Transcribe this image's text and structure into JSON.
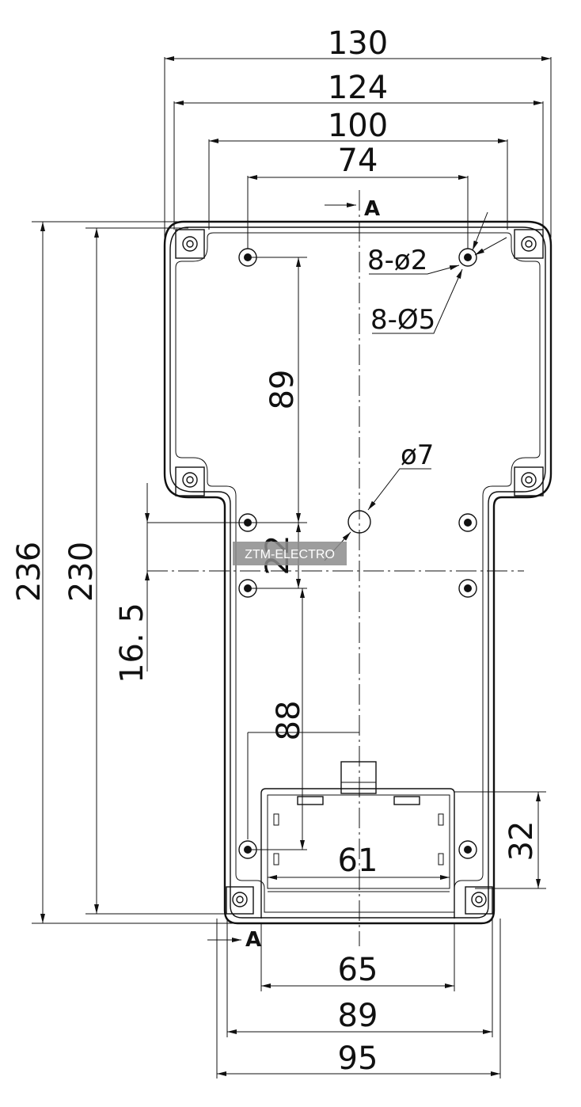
{
  "dimensions": {
    "overall_width": "130",
    "outer_width": "124",
    "mid_width": "100",
    "top_hole_spacing": "74",
    "overall_height": "236",
    "inner_height": "230",
    "upper_hole_spacing": "89",
    "center_hole_gap": "22",
    "offset": "16. 5",
    "lower_hole_spacing": "88",
    "battery_height": "32",
    "battery_inner_width": "61",
    "battery_width": "65",
    "lower_hole_width": "89",
    "lower_width": "95"
  },
  "callouts": {
    "small_holes": "8-ø2",
    "large_holes": "8-Ø5",
    "center_hole": "ø7"
  },
  "section_markers": {
    "top": "A",
    "bottom": "A"
  },
  "watermark": "ZTM-ELECTRO"
}
